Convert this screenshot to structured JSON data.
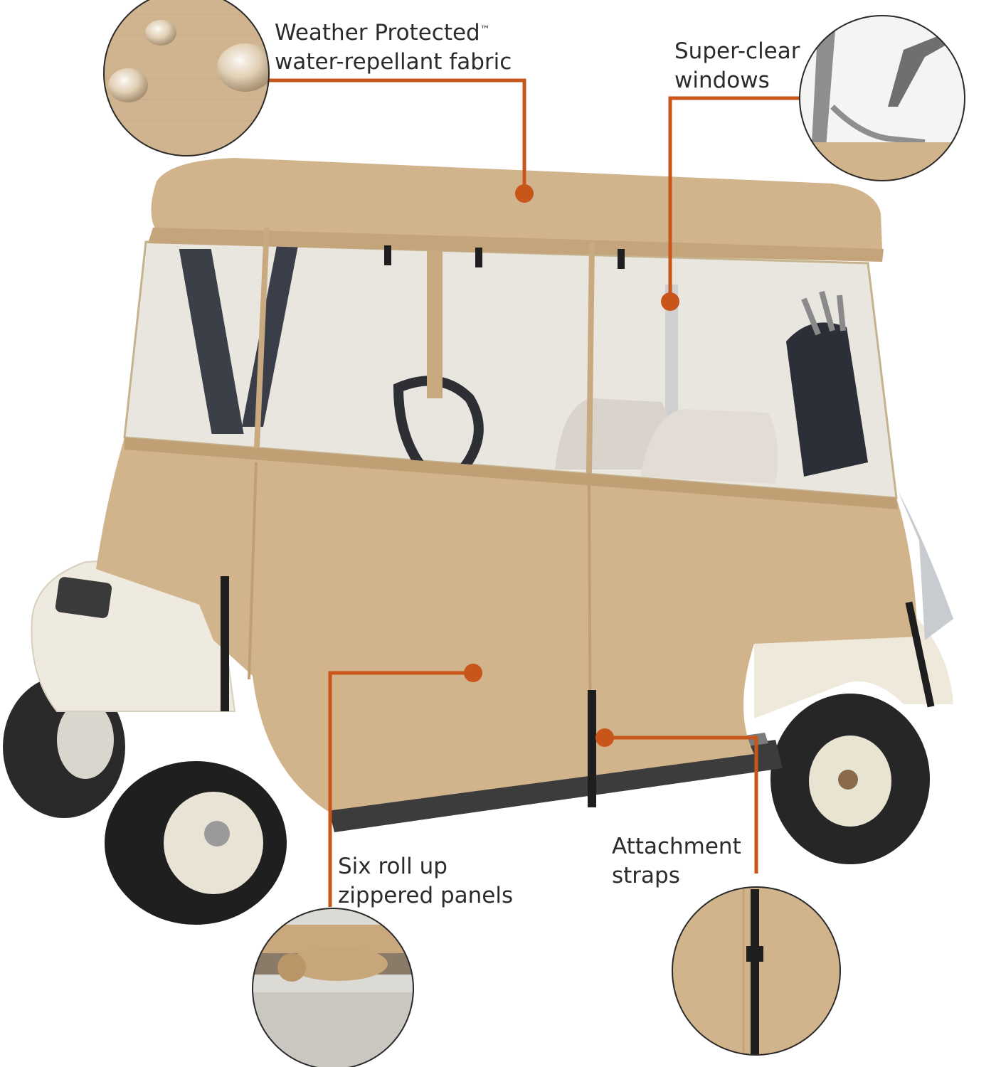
{
  "accent_color": "#c8561a",
  "fabric_color": "#d2b48c",
  "callouts": {
    "fabric": {
      "line1": "Weather Protected",
      "trademark": "™",
      "line2": "water-repellant fabric"
    },
    "windows": {
      "line1": "Super-clear",
      "line2": "windows"
    },
    "panels": {
      "line1": "Six roll up",
      "line2": "zippered panels"
    },
    "straps": {
      "line1": "Attachment",
      "line2": "straps"
    }
  },
  "icons": [
    "fabric-water-drops-icon",
    "window-clarity-icon",
    "rolled-panel-icon",
    "strap-buckle-icon"
  ]
}
